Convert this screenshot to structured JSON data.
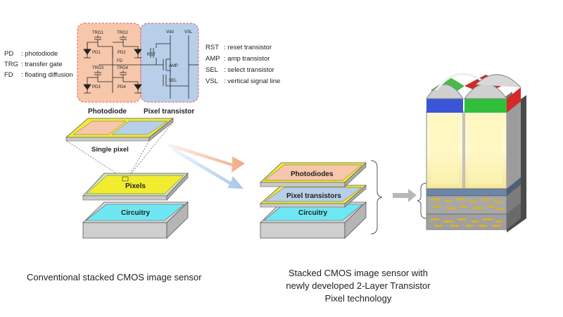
{
  "legend_left": [
    {
      "abbr": "PD",
      "desc": "photodiode"
    },
    {
      "abbr": "TRG",
      "desc": "transfer gate"
    },
    {
      "abbr": "FD",
      "desc": "floating diffusion"
    }
  ],
  "legend_right": [
    {
      "abbr": "RST",
      "desc": "reset transistor"
    },
    {
      "abbr": "AMP",
      "desc": "amp transistor"
    },
    {
      "abbr": "SEL",
      "desc": "select transistor"
    },
    {
      "abbr": "VSL",
      "desc": "vertical signal line"
    }
  ],
  "circuit": {
    "trg1": "TRG1",
    "trg2": "TRG2",
    "trg3": "TRG3",
    "trg4": "TRG4",
    "pd1": "PD1",
    "pd2": "PD2",
    "pd3": "PD3",
    "pd4": "PD4",
    "fd": "FD",
    "vdd": "Vdd",
    "vsl": "VSL",
    "rst": "RST",
    "amp": "AMP",
    "sel": "SEL"
  },
  "section_labels": {
    "photodiode": "Photodiode",
    "pixel_transistor": "Pixel transistor",
    "single_pixel": "Single pixel"
  },
  "conventional": {
    "pixels": "Pixels",
    "circuitry": "Circuitry",
    "caption": "Conventional stacked CMOS image sensor"
  },
  "new_tech": {
    "photodiodes": "Photodiodes",
    "pixel_transistors": "Pixel transistors",
    "circuitry": "Circuitry",
    "caption_lines": [
      "Stacked CMOS image sensor with",
      "newly developed 2-Layer Transistor",
      "Pixel technology"
    ]
  },
  "colors": {
    "pd_region": "#f6c7ab",
    "tr_region": "#b7cfe8",
    "yellow": "#f2ec30",
    "cyan": "#6fe7f2",
    "gray": "#c9c9c9",
    "blue_filter": "#3a55d6",
    "green_filter": "#2fbf3a",
    "red_filter": "#d42a2a",
    "arrow_orange": "#f3a27a",
    "arrow_blue": "#9ec2e8"
  }
}
